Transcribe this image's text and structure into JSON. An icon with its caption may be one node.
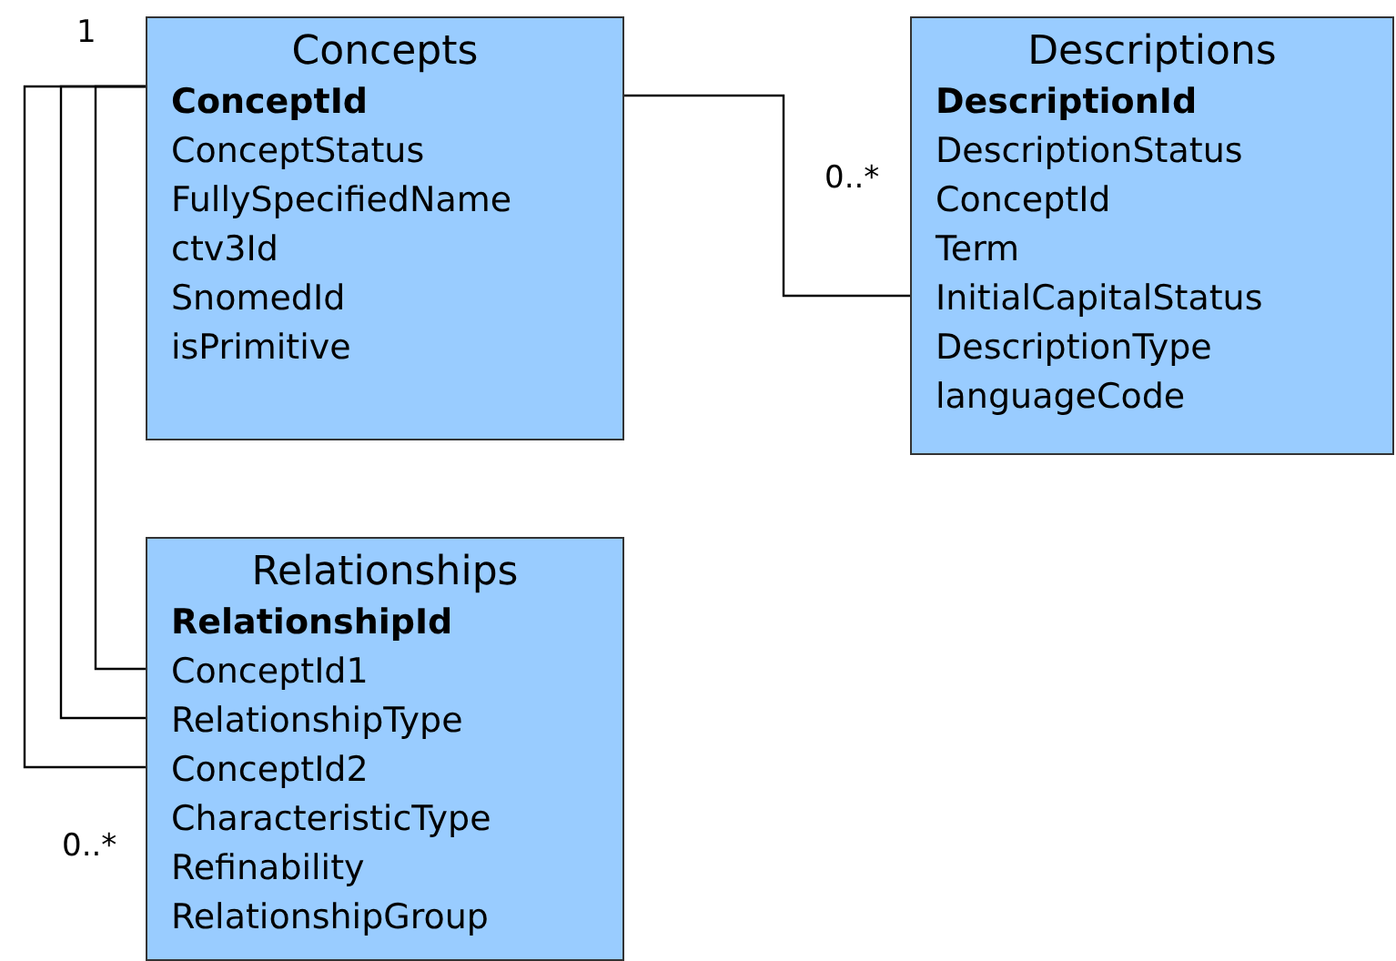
{
  "diagram": {
    "nodes": [
      {
        "text": [
          "Concepts",
          "ConceptId",
          "ConceptStatus",
          "FullySpecifiedName",
          "ctv3Id",
          "SnomedId",
          "isPrimitive"
        ]
      },
      {
        "text": [
          "Descriptions",
          "DescriptionId",
          "DescriptionStatus",
          "ConceptId",
          "Term",
          "InitialCapitalStatus",
          "DescriptionType",
          "languageCode"
        ]
      },
      {
        "text": [
          "Relationships",
          "RelationshipId",
          "ConceptId1",
          "RelationshipType",
          "ConceptId2",
          "CharacteristicType",
          "Refinability",
          "RelationshipGroup"
        ]
      }
    ],
    "edges": [
      {
        "from": 0,
        "to": 1,
        "arrow": "none"
      },
      {
        "from": 0,
        "to": 2,
        "arrow": "none"
      },
      {
        "from": 0,
        "to": 2,
        "arrow": "none"
      },
      {
        "from": 0,
        "to": 2,
        "arrow": "none"
      }
    ],
    "labels": [
      "1",
      "0..*",
      "0..*"
    ]
  }
}
